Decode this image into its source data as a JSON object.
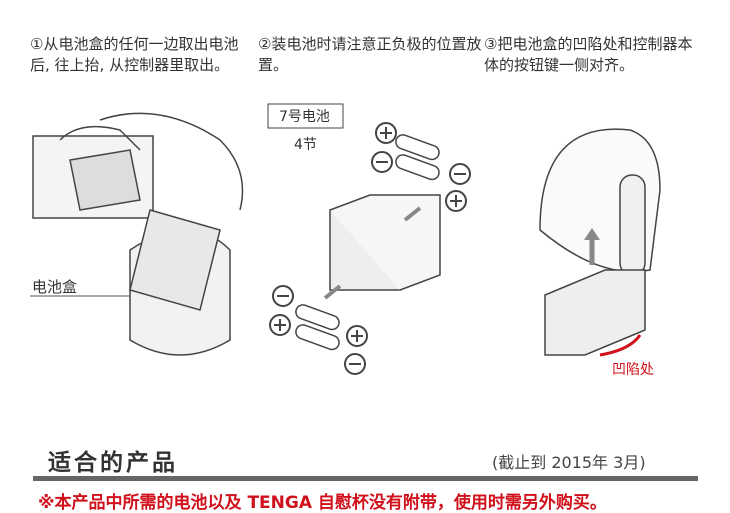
{
  "steps": [
    {
      "text": "①从电池盒的任何一边取出电池后, 往上抬, 从控制器里取出。"
    },
    {
      "text": "②装电池时请注意正负极的位置放置。"
    },
    {
      "text": "③把电池盒的凹陷处和控制器本体的按钮键一侧对齐。"
    }
  ],
  "labels": {
    "battery_type": "7号电池",
    "battery_count": "4节",
    "battery_box": "电池盒",
    "recess": "凹陷处"
  },
  "section": {
    "title": "适合的产品",
    "date_note": "(截止到 2015年 3月)"
  },
  "notice": "※本产品中所需的电池以及 TENGA 自慰杯没有附带，使用时需另外购买。",
  "colors": {
    "accent_red": "#d0101a",
    "bar_gray": "#666666"
  }
}
